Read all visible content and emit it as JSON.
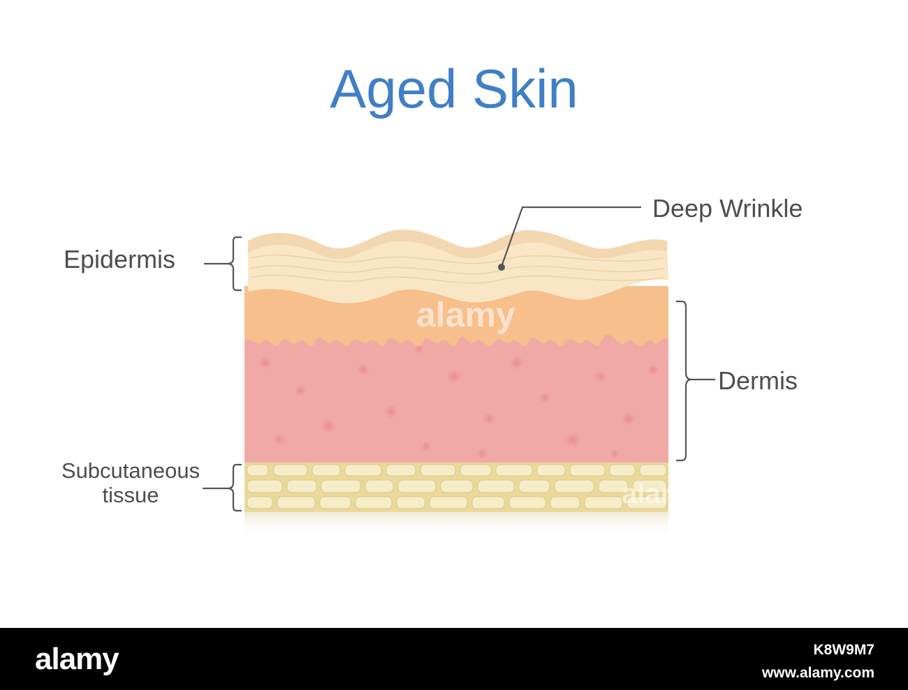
{
  "title": "Aged Skin",
  "labels": {
    "deep_wrinkle": "Deep Wrinkle",
    "epidermis": "Epidermis",
    "dermis": "Dermis",
    "subcutaneous_line1": "Subcutaneous",
    "subcutaneous_line2": "tissue"
  },
  "watermark": {
    "text": "alamy"
  },
  "footer": {
    "logo": "alamy",
    "image_id": "K8W9M7",
    "site": "www.alamy.com"
  },
  "colors": {
    "title": "#3f7fc6",
    "label": "#4d4d4d",
    "epidermis_top": "#f2d3ad",
    "epidermis_layer": "#f8e6c4",
    "basal_layer": "#f6bf8c",
    "dermis": "#f1a9a6",
    "subcutaneous": "#e9d99a",
    "fat_cells": "#f5ecc8"
  }
}
